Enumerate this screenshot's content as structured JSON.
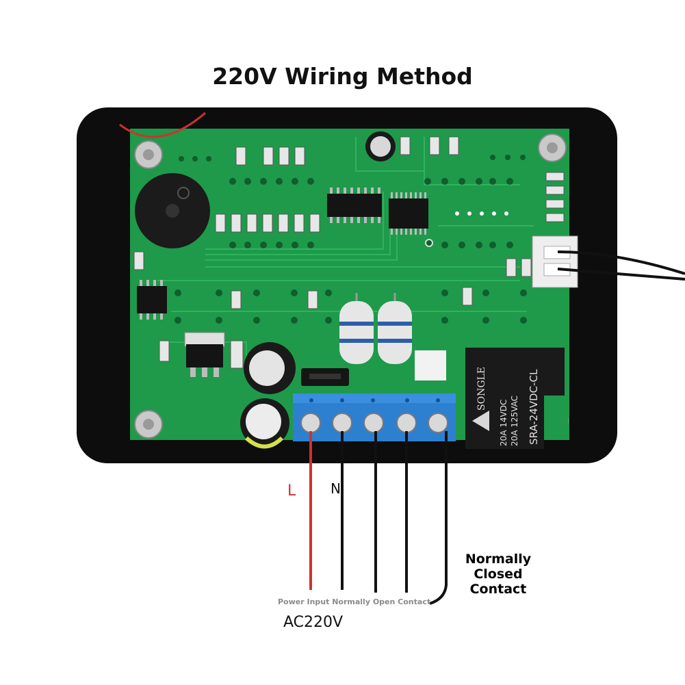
{
  "title": "220V Wiring Method",
  "labels": {
    "live": "L",
    "neutral": "N",
    "normally_closed": "Normally Closed Contact",
    "terminal_caption": "Power Input Normally Open Contact",
    "supply": "AC220V"
  },
  "relay": {
    "brand": "SONGLE",
    "model": "SRA-24VDC-CL",
    "rating_1": "20A 14VDC",
    "rating_2": "20A 125VAC"
  },
  "colors": {
    "pcb": "#1e9a4a",
    "frame": "#0d0d0d",
    "terminal_block": "#2d7fd0",
    "relay": "#1a1a1a",
    "wire_live": "#d32f2f",
    "wire_black": "#111111"
  }
}
